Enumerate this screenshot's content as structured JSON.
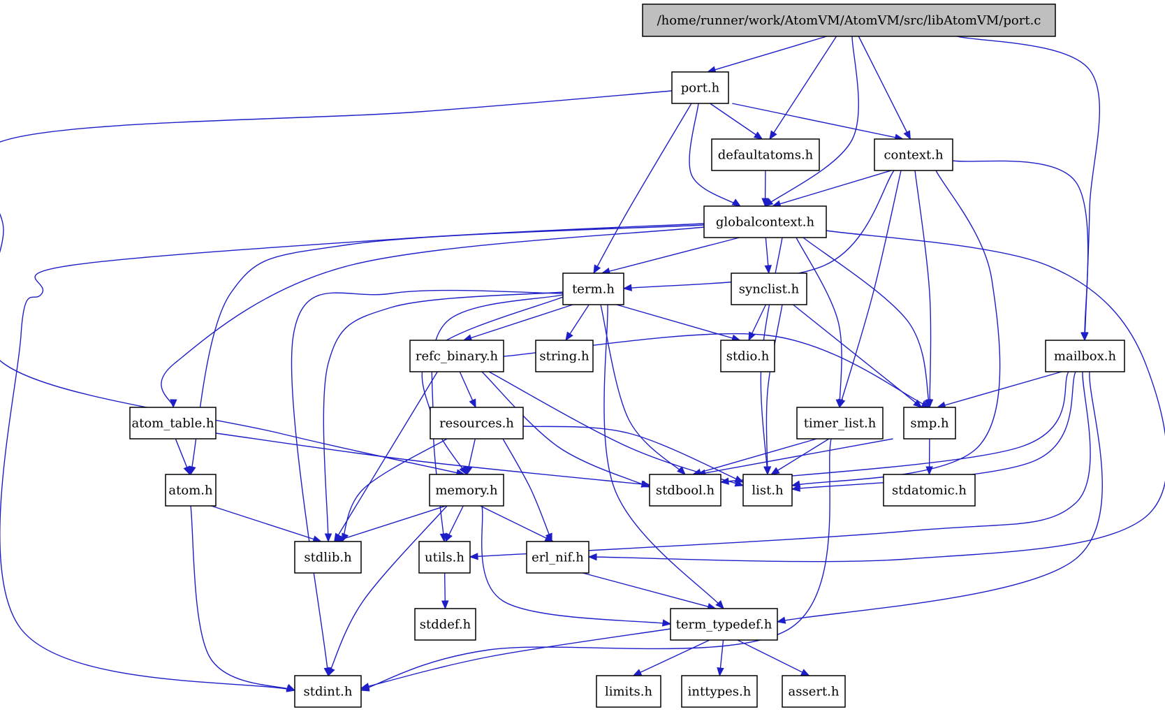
{
  "diagram": {
    "type": "include-dependency-graph",
    "colors": {
      "edge": "#1e1ec8",
      "root_fill": "#bfbfbf",
      "node_fill": "#ffffff",
      "node_border": "#000000"
    },
    "root": "port_c",
    "nodes": [
      {
        "id": "port_c",
        "label": "/home/runner/work/AtomVM/AtomVM/src/libAtomVM/port.c"
      },
      {
        "id": "port_h",
        "label": "port.h"
      },
      {
        "id": "defaultatoms_h",
        "label": "defaultatoms.h"
      },
      {
        "id": "context_h",
        "label": "context.h"
      },
      {
        "id": "globalcontext_h",
        "label": "globalcontext.h"
      },
      {
        "id": "term_h",
        "label": "term.h"
      },
      {
        "id": "synclist_h",
        "label": "synclist.h"
      },
      {
        "id": "mailbox_h",
        "label": "mailbox.h"
      },
      {
        "id": "refc_binary_h",
        "label": "refc_binary.h"
      },
      {
        "id": "string_h",
        "label": "string.h"
      },
      {
        "id": "stdio_h",
        "label": "stdio.h"
      },
      {
        "id": "atom_table_h",
        "label": "atom_table.h"
      },
      {
        "id": "resources_h",
        "label": "resources.h"
      },
      {
        "id": "timer_list_h",
        "label": "timer_list.h"
      },
      {
        "id": "smp_h",
        "label": "smp.h"
      },
      {
        "id": "atom_h",
        "label": "atom.h"
      },
      {
        "id": "memory_h",
        "label": "memory.h"
      },
      {
        "id": "stdbool_h",
        "label": "stdbool.h"
      },
      {
        "id": "list_h",
        "label": "list.h"
      },
      {
        "id": "stdatomic_h",
        "label": "stdatomic.h"
      },
      {
        "id": "stdlib_h",
        "label": "stdlib.h"
      },
      {
        "id": "utils_h",
        "label": "utils.h"
      },
      {
        "id": "erl_nif_h",
        "label": "erl_nif.h"
      },
      {
        "id": "stddef_h",
        "label": "stddef.h"
      },
      {
        "id": "term_typedef_h",
        "label": "term_typedef.h"
      },
      {
        "id": "stdint_h",
        "label": "stdint.h"
      },
      {
        "id": "limits_h",
        "label": "limits.h"
      },
      {
        "id": "inttypes_h",
        "label": "inttypes.h"
      },
      {
        "id": "assert_h",
        "label": "assert.h"
      }
    ],
    "edges": [
      [
        "port_c",
        "port_h"
      ],
      [
        "port_c",
        "defaultatoms_h"
      ],
      [
        "port_c",
        "globalcontext_h"
      ],
      [
        "port_c",
        "context_h"
      ],
      [
        "port_c",
        "mailbox_h"
      ],
      [
        "port_h",
        "defaultatoms_h"
      ],
      [
        "port_h",
        "globalcontext_h"
      ],
      [
        "port_h",
        "context_h"
      ],
      [
        "port_h",
        "term_h"
      ],
      [
        "port_h",
        "memory_h"
      ],
      [
        "defaultatoms_h",
        "globalcontext_h"
      ],
      [
        "context_h",
        "globalcontext_h"
      ],
      [
        "context_h",
        "term_h"
      ],
      [
        "context_h",
        "timer_list_h"
      ],
      [
        "context_h",
        "smp_h"
      ],
      [
        "context_h",
        "list_h"
      ],
      [
        "context_h",
        "mailbox_h"
      ],
      [
        "globalcontext_h",
        "term_h"
      ],
      [
        "globalcontext_h",
        "synclist_h"
      ],
      [
        "globalcontext_h",
        "atom_table_h"
      ],
      [
        "globalcontext_h",
        "atom_h"
      ],
      [
        "globalcontext_h",
        "stdint_h"
      ],
      [
        "globalcontext_h",
        "timer_list_h"
      ],
      [
        "globalcontext_h",
        "smp_h"
      ],
      [
        "globalcontext_h",
        "list_h"
      ],
      [
        "globalcontext_h",
        "erl_nif_h"
      ],
      [
        "term_h",
        "refc_binary_h"
      ],
      [
        "term_h",
        "string_h"
      ],
      [
        "term_h",
        "stdio_h"
      ],
      [
        "term_h",
        "stdbool_h"
      ],
      [
        "term_h",
        "stdlib_h"
      ],
      [
        "term_h",
        "stdint_h"
      ],
      [
        "term_h",
        "utils_h"
      ],
      [
        "term_h",
        "memory_h"
      ],
      [
        "term_h",
        "term_typedef_h"
      ],
      [
        "synclist_h",
        "stdio_h"
      ],
      [
        "synclist_h",
        "smp_h"
      ],
      [
        "synclist_h",
        "list_h"
      ],
      [
        "mailbox_h",
        "smp_h"
      ],
      [
        "mailbox_h",
        "stdbool_h"
      ],
      [
        "mailbox_h",
        "list_h"
      ],
      [
        "mailbox_h",
        "utils_h"
      ],
      [
        "mailbox_h",
        "term_typedef_h"
      ],
      [
        "refc_binary_h",
        "resources_h"
      ],
      [
        "refc_binary_h",
        "smp_h"
      ],
      [
        "refc_binary_h",
        "stdbool_h"
      ],
      [
        "refc_binary_h",
        "list_h"
      ],
      [
        "refc_binary_h",
        "stdlib_h"
      ],
      [
        "atom_table_h",
        "atom_h"
      ],
      [
        "atom_table_h",
        "stdbool_h"
      ],
      [
        "resources_h",
        "memory_h"
      ],
      [
        "resources_h",
        "stdlib_h"
      ],
      [
        "resources_h",
        "erl_nif_h"
      ],
      [
        "resources_h",
        "list_h"
      ],
      [
        "timer_list_h",
        "stdbool_h"
      ],
      [
        "timer_list_h",
        "list_h"
      ],
      [
        "timer_list_h",
        "stdint_h"
      ],
      [
        "smp_h",
        "stdatomic_h"
      ],
      [
        "smp_h",
        "stdbool_h"
      ],
      [
        "atom_h",
        "stdlib_h"
      ],
      [
        "atom_h",
        "stdint_h"
      ],
      [
        "memory_h",
        "stdlib_h"
      ],
      [
        "memory_h",
        "utils_h"
      ],
      [
        "memory_h",
        "erl_nif_h"
      ],
      [
        "memory_h",
        "term_typedef_h"
      ],
      [
        "memory_h",
        "stdint_h"
      ],
      [
        "utils_h",
        "stddef_h"
      ],
      [
        "erl_nif_h",
        "term_typedef_h"
      ],
      [
        "term_typedef_h",
        "stdint_h"
      ],
      [
        "term_typedef_h",
        "limits_h"
      ],
      [
        "term_typedef_h",
        "inttypes_h"
      ],
      [
        "term_typedef_h",
        "assert_h"
      ]
    ]
  }
}
